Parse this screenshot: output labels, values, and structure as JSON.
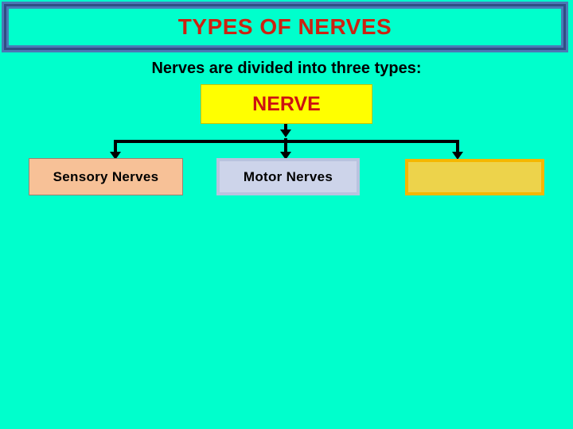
{
  "slide": {
    "background_color": "#00FFCC",
    "title": {
      "text": "TYPES OF NERVES",
      "color": "#CC2211",
      "frame_color": "#4A79B6",
      "frame_inner_color": "#2F4E84"
    },
    "subtitle": {
      "text": "Nerves are divided into three types:",
      "color": "#000000"
    }
  },
  "diagram": {
    "type": "tree",
    "root": {
      "label": "NERVE",
      "fill": "#FFFF00",
      "text_color": "#CC1111"
    },
    "children": [
      {
        "label": "Sensory Nerves",
        "fill": "#F7C197",
        "border": "#9A8070",
        "text_color": "#000000"
      },
      {
        "label": "Motor Nerves",
        "fill": "#CDD4EA",
        "border": "#B9C3DF",
        "text_color": "#000000"
      },
      {
        "label": "",
        "fill": "#EDD34B",
        "border": "#F5B700",
        "text_color": "#000000"
      }
    ],
    "connector_color": "#000000"
  }
}
